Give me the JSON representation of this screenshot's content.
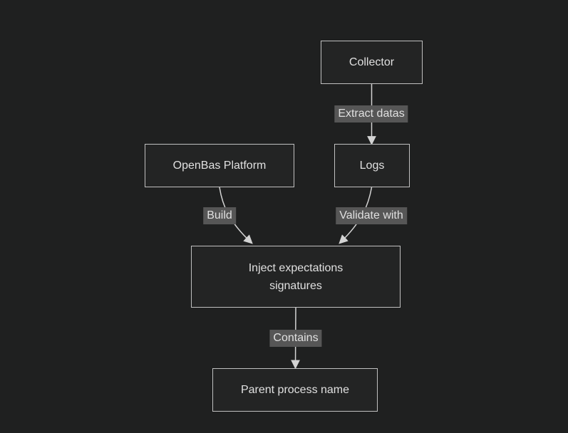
{
  "diagram": {
    "type": "flowchart-top-down",
    "colors": {
      "background": "#1f2020",
      "node_fill": "#232424",
      "node_border": "#c0c0c0",
      "node_text": "#e0e0e0",
      "line_color": "#d3d3d3",
      "edge_label_bg": "#565656",
      "edge_label_text": "#e0e0e0"
    },
    "nodes": [
      {
        "id": "collector",
        "label": "Collector"
      },
      {
        "id": "openbas-platform",
        "label": "OpenBas Platform"
      },
      {
        "id": "logs",
        "label": "Logs"
      },
      {
        "id": "inject-expectations-signatures",
        "label": "Inject expectations signatures"
      },
      {
        "id": "parent-process-name",
        "label": "Parent process name"
      }
    ],
    "edges": [
      {
        "from": "collector",
        "to": "logs",
        "label": "Extract datas"
      },
      {
        "from": "openbas-platform",
        "to": "inject-expectations-signatures",
        "label": "Build"
      },
      {
        "from": "logs",
        "to": "inject-expectations-signatures",
        "label": "Validate with"
      },
      {
        "from": "inject-expectations-signatures",
        "to": "parent-process-name",
        "label": "Contains"
      }
    ]
  }
}
